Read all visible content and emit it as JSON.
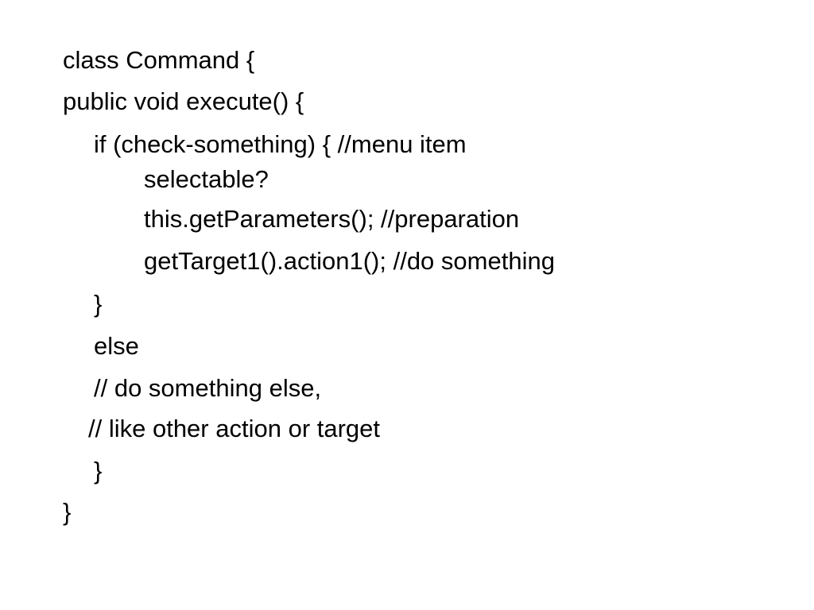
{
  "slide": {
    "lines": [
      "class Command {",
      "public void execute() {",
      "if (check-something) { //menu item",
      "selectable?",
      "this.getParameters(); //preparation",
      "getTarget1().action1(); //do something",
      "}",
      "else",
      "// do something else,",
      "// like other action or target",
      "}",
      "}"
    ]
  }
}
